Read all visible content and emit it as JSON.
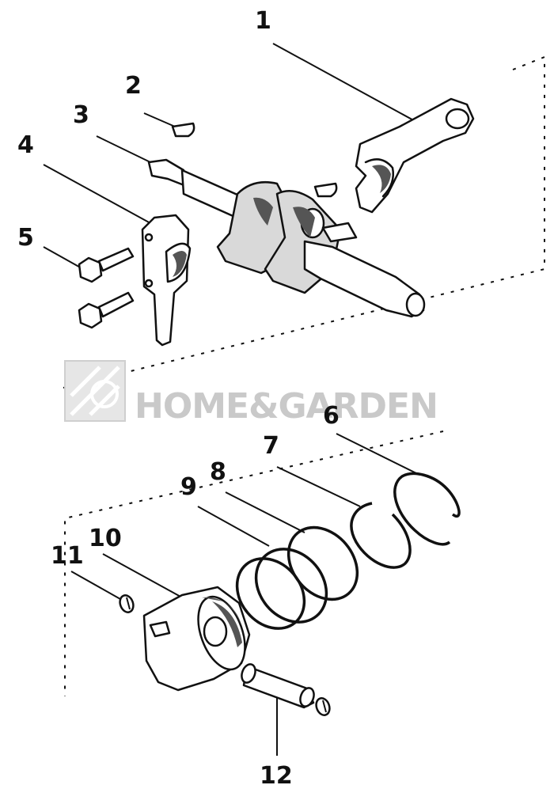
{
  "watermark": {
    "text": "HOME&GARDEN"
  },
  "callouts": [
    {
      "id": "1",
      "label": "1"
    },
    {
      "id": "2",
      "label": "2"
    },
    {
      "id": "3",
      "label": "3"
    },
    {
      "id": "4",
      "label": "4"
    },
    {
      "id": "5",
      "label": "5"
    },
    {
      "id": "6",
      "label": "6"
    },
    {
      "id": "7",
      "label": "7"
    },
    {
      "id": "8",
      "label": "8"
    },
    {
      "id": "9",
      "label": "9"
    },
    {
      "id": "10",
      "label": "10"
    },
    {
      "id": "11",
      "label": "11"
    },
    {
      "id": "12",
      "label": "12"
    }
  ],
  "colors": {
    "line": "#111111",
    "watermark": "#c9c9c9",
    "background": "#ffffff"
  }
}
